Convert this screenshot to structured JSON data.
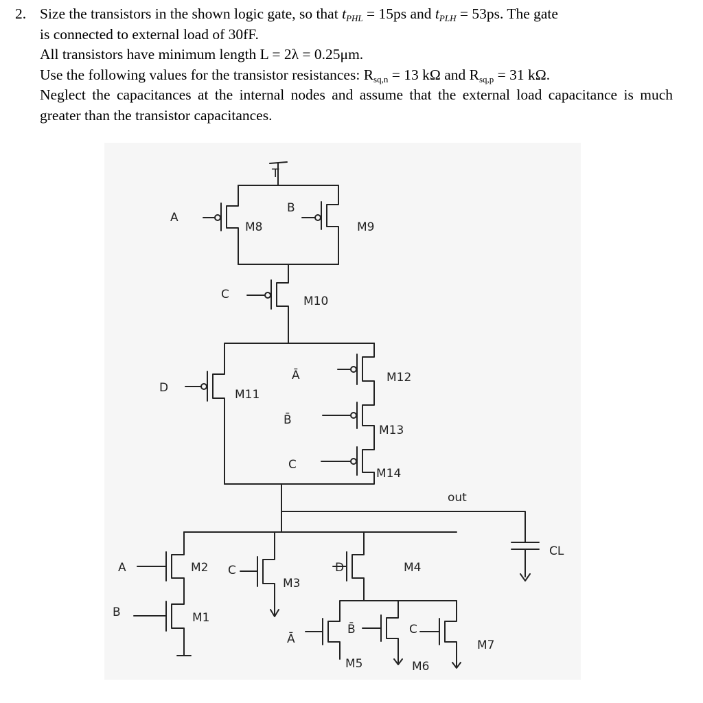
{
  "problem": {
    "number": "2.",
    "line1_a": "Size the transistors in the shown logic gate, so that ",
    "tphl_t": "t",
    "tphl_sub": "PHL",
    "tphl_val": " = 15ps and ",
    "tplh_t": "t",
    "tplh_sub": "PLH",
    "tplh_val": " = 53ps. The gate",
    "line2": "is connected to external load of 30fF.",
    "line3": "All transistors have minimum length L = 2λ = 0.25μm.",
    "line4_a": "Use the following values for the transistor resistances: R",
    "rn_sub": "sq,n",
    "rn_val": " = 13 kΩ and R",
    "rp_sub": "sq,p",
    "rp_val": " = 31 kΩ.",
    "line5": "Neglect the capacitances at the internal nodes and assume that the external load capacitance is much greater than the transistor capacitances."
  },
  "diagram": {
    "labels": {
      "vdd": "T",
      "m8_gate": "A",
      "m8": "M8",
      "m9_gate": "B",
      "m9": "M9",
      "m10_gate": "C",
      "m10": "M10",
      "m11_gate": "D",
      "m11": "M11",
      "m12_gate": "Ā",
      "m12": "M12",
      "m13_gate": "B̄",
      "m13": "M13",
      "m14_gate": "C",
      "m14": "M14",
      "out": "out",
      "cl": "CL",
      "m2_gate": "A",
      "m2": "M2",
      "m1_gate": "B",
      "m1": "M1",
      "m3_gate": "C",
      "m3": "M3",
      "m4_gate": "D",
      "m4": "M4",
      "m5_gate": "Ā",
      "m5": "M5",
      "m6_gate": "B̄",
      "m6": "M6",
      "m7_gate": "C",
      "m7": "M7"
    }
  }
}
